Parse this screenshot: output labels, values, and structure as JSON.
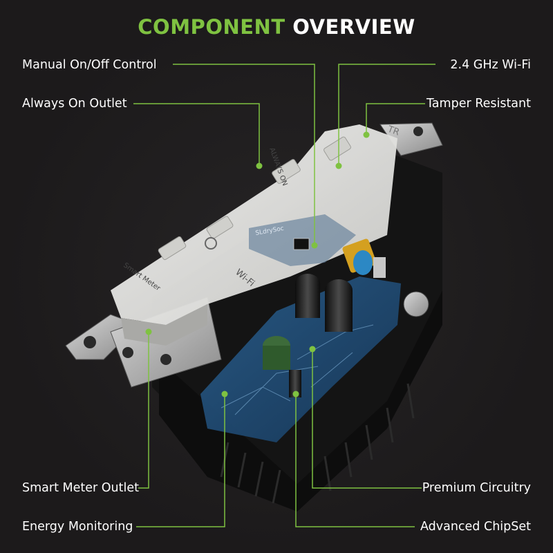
{
  "title": {
    "part1": "COMPONENT",
    "part2": "OVERVIEW"
  },
  "callouts": {
    "manual_control": "Manual On/Off Control",
    "always_on": "Always On Outlet",
    "wifi": "2.4 GHz Wi-Fi",
    "tamper": "Tamper Resistant",
    "smart_meter_outlet": "Smart Meter Outlet",
    "energy_monitoring": "Energy Monitoring",
    "premium_circuitry": "Premium Circuitry",
    "advanced_chipset": "Advanced ChipSet"
  },
  "device": {
    "face_text_always_on": "ALWAYS ON",
    "face_text_smart_meter": "Smart Meter",
    "face_text_wifi": "Wi-Fi",
    "face_text_tr": "TR",
    "board_text": "SLdrySoc"
  },
  "colors": {
    "accent": "#7fc241",
    "background": "#1e1c1d",
    "text": "#ffffff"
  }
}
